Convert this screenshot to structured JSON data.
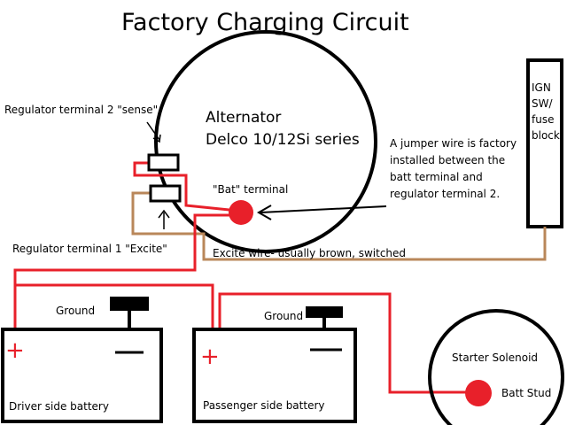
{
  "title": "Factory Charging Circuit",
  "alternator": {
    "line1": "Alternator",
    "line2": "Delco 10/12Si series"
  },
  "ignition": {
    "lines": [
      "IGN",
      "SW/",
      "fuse",
      "block"
    ]
  },
  "labels": {
    "reg_terminal_2": "Regulator terminal 2 \"sense\"",
    "reg_terminal_1": "Regulator terminal 1 \"Excite\"",
    "bat_terminal": "\"Bat\" terminal",
    "excite_wire": "Excite wire- usually brown, switched",
    "jumper_note": [
      "A jumper wire is factory",
      "installed between the",
      "batt terminal and",
      "regulator terminal 2."
    ]
  },
  "batteries": [
    {
      "name": "Driver side battery",
      "ground_label": "Ground",
      "plus": "+"
    },
    {
      "name": "Passenger side battery",
      "ground_label": "Ground",
      "plus": "+"
    }
  ],
  "solenoid": {
    "title": "Starter Solenoid",
    "stud_label": "Batt Stud"
  },
  "colors": {
    "red_wire": "#e8202a",
    "brown_wire": "#b9875a",
    "line": "#000000"
  }
}
